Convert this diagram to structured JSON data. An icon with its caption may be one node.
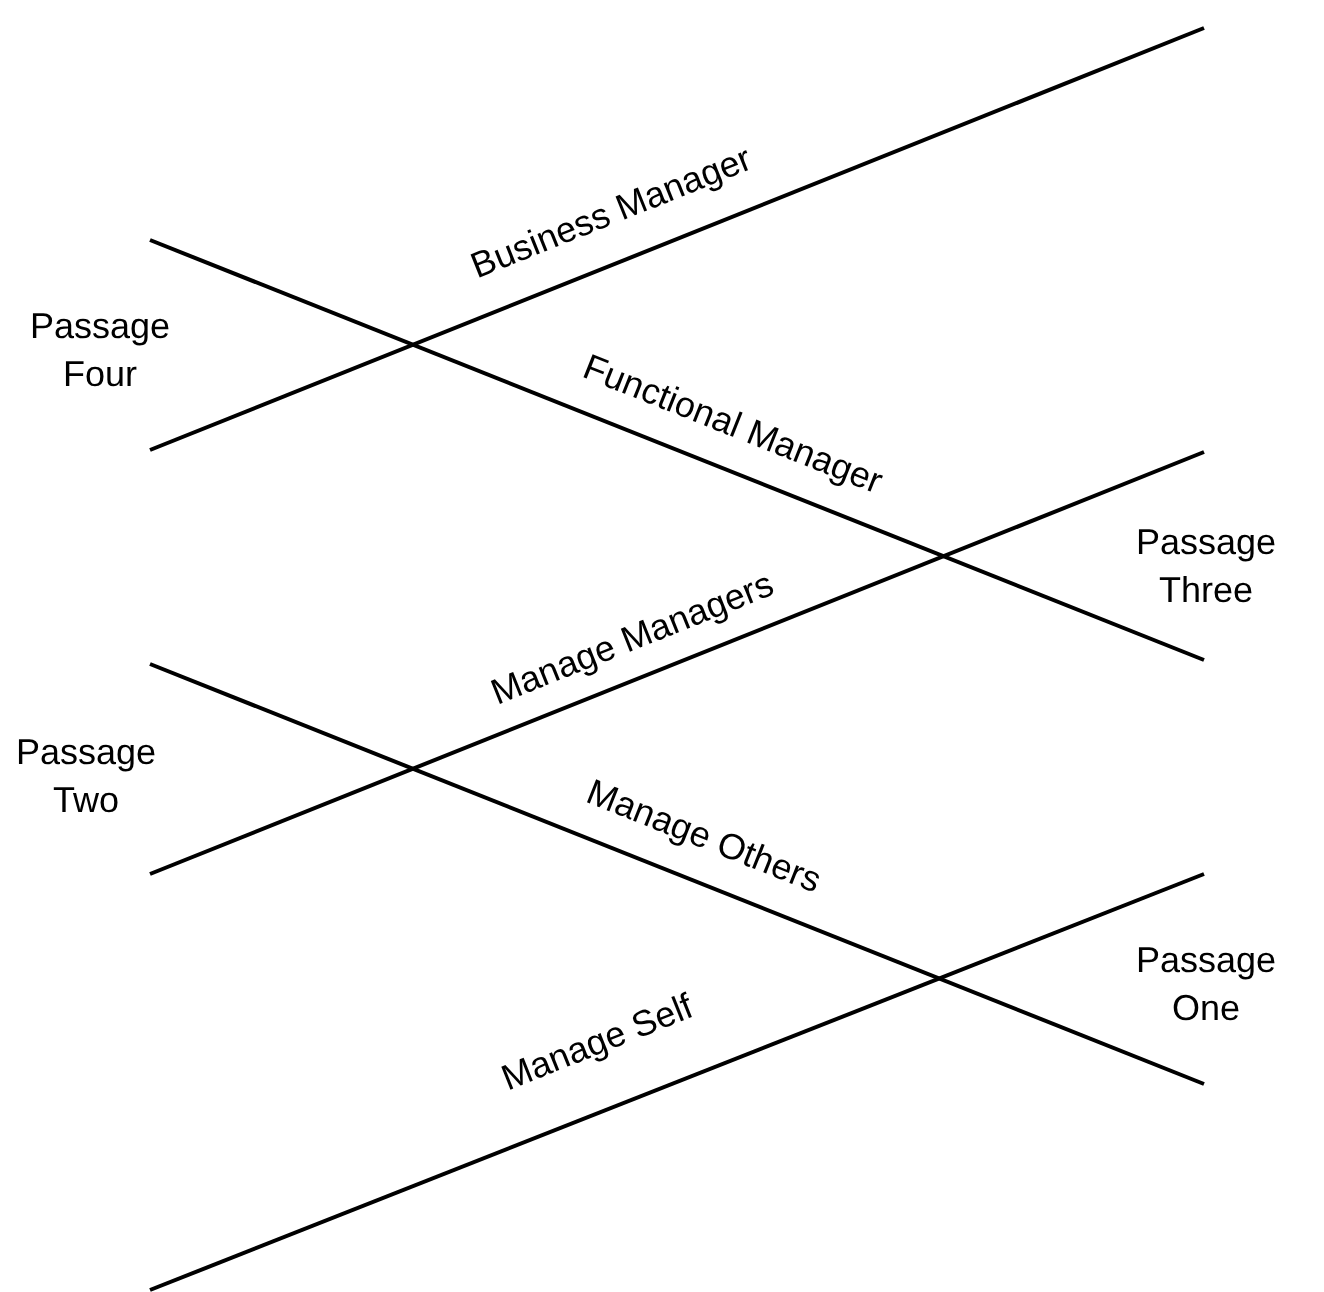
{
  "diagram": {
    "labels": [
      "Business Manager",
      "Passage Four",
      "Functional Manager",
      "Passage Three",
      "Manage Managers",
      "Passage Two",
      "Manage Others",
      "Passage One",
      "Manage Self"
    ]
  }
}
